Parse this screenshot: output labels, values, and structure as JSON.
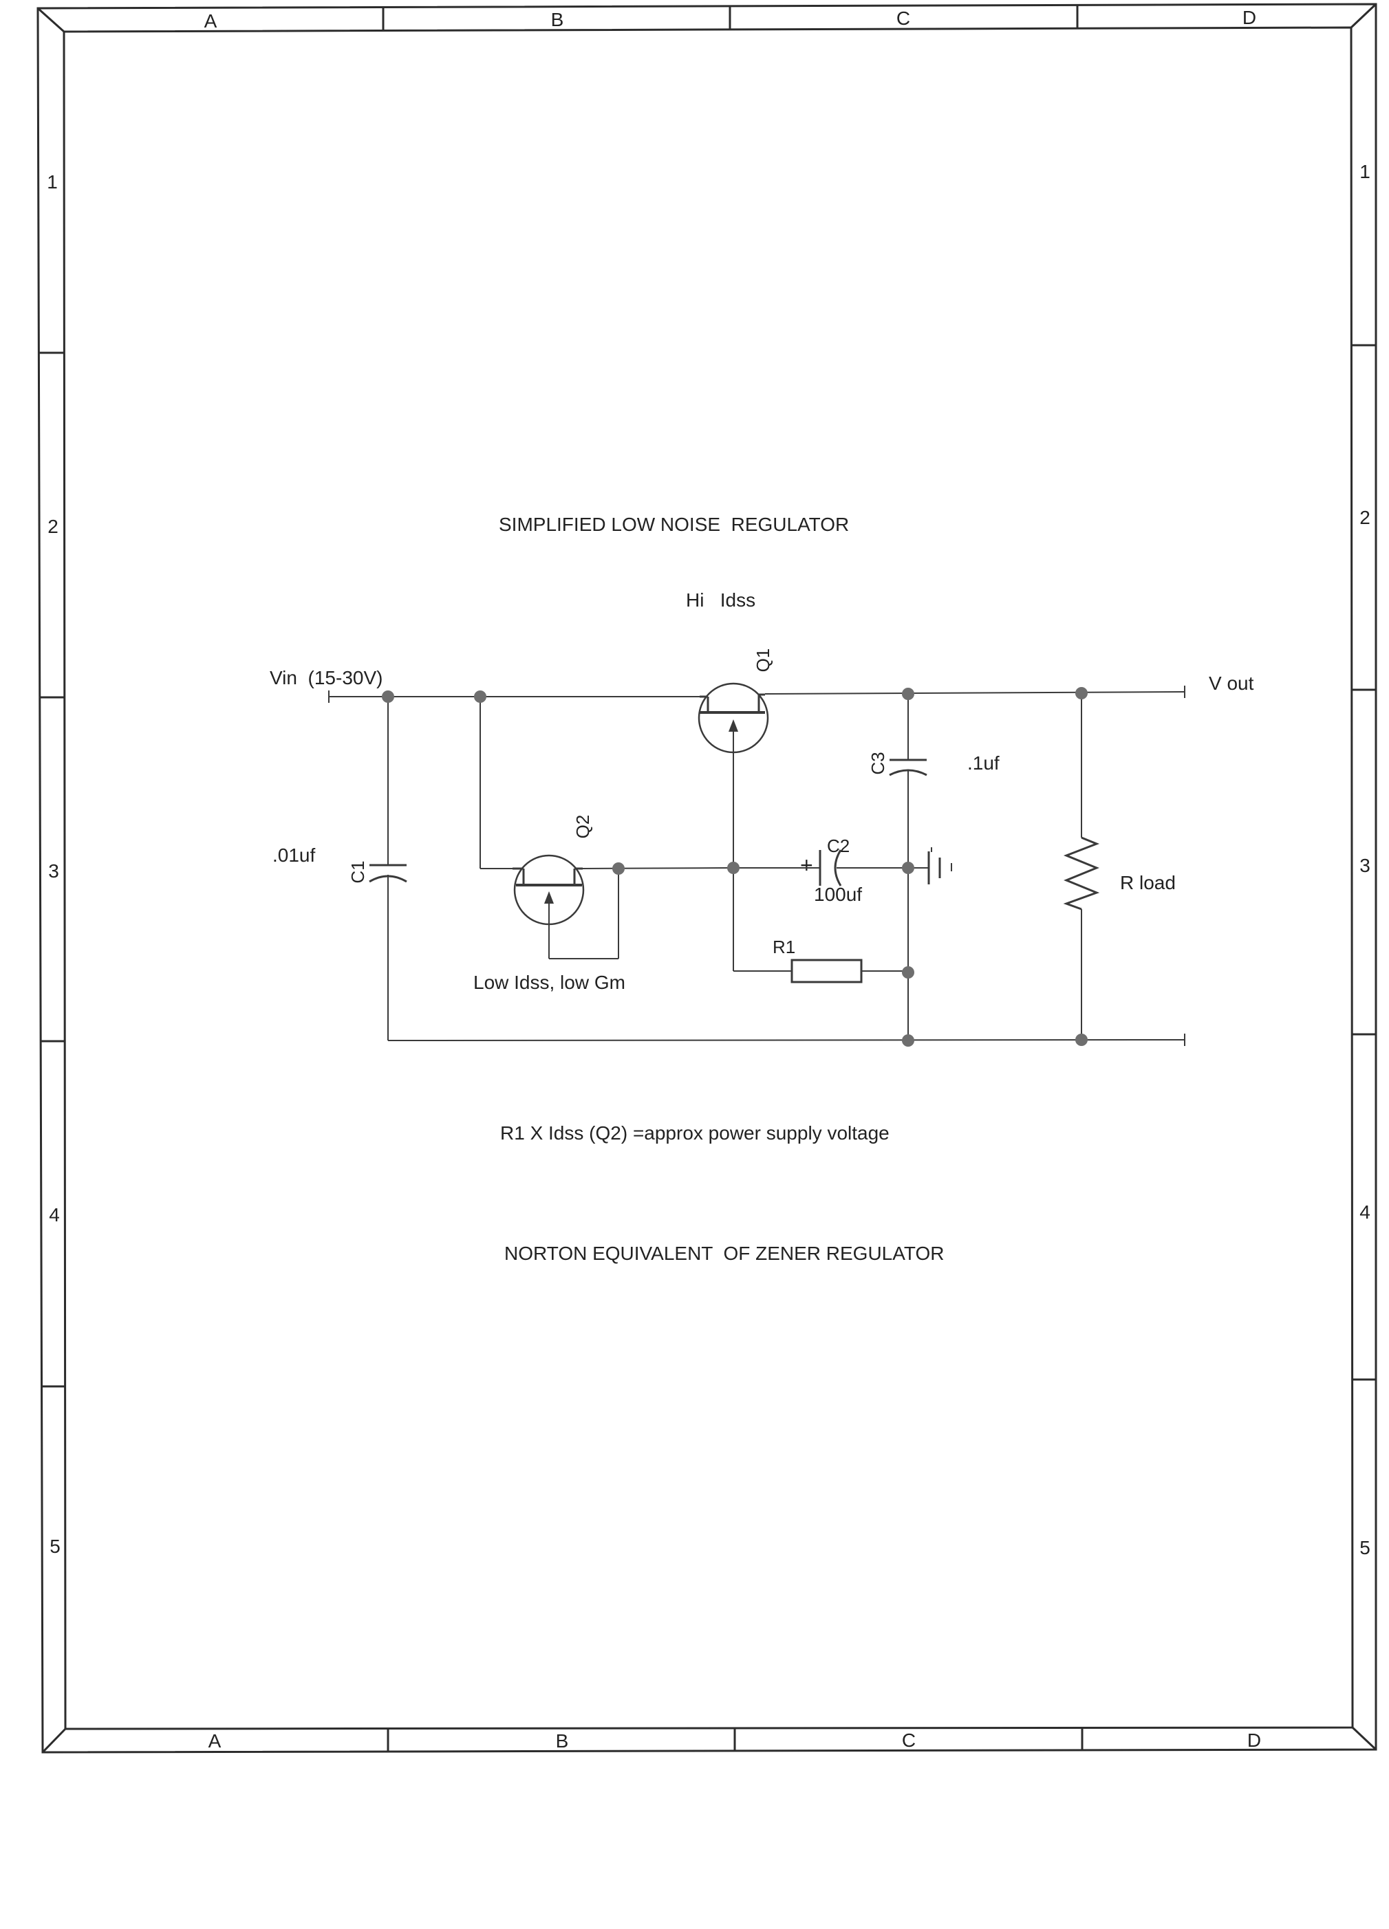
{
  "sheet": {
    "column_labels": [
      "A",
      "B",
      "C",
      "D"
    ],
    "row_labels": [
      "1",
      "2",
      "3",
      "4",
      "5"
    ]
  },
  "schematic": {
    "title": "SIMPLIFIED LOW NOISE  REGULATOR",
    "q1_note": "Hi   Idss",
    "vin_label": "Vin  (15-30V)",
    "vout_label": "V out",
    "q1_ref": "Q1",
    "q2_ref": "Q2",
    "q2_note": "Low Idss, low Gm",
    "c1_ref": "C1",
    "c1_value": ".01uf",
    "c2_ref": "C2",
    "c2_polarity": "+",
    "c2_value": "100uf",
    "c3_ref": "C3",
    "c3_value": ".1uf",
    "r1_ref": "R1",
    "rload_label": "R load",
    "formula_note": "R1 X Idss (Q2) =approx power supply voltage",
    "footer_note": "NORTON EQUIVALENT  OF ZENER REGULATOR"
  },
  "colors": {
    "wire": "#3a3a3a",
    "junction": "#6e6e6e",
    "frame": "#2c2c2c"
  }
}
